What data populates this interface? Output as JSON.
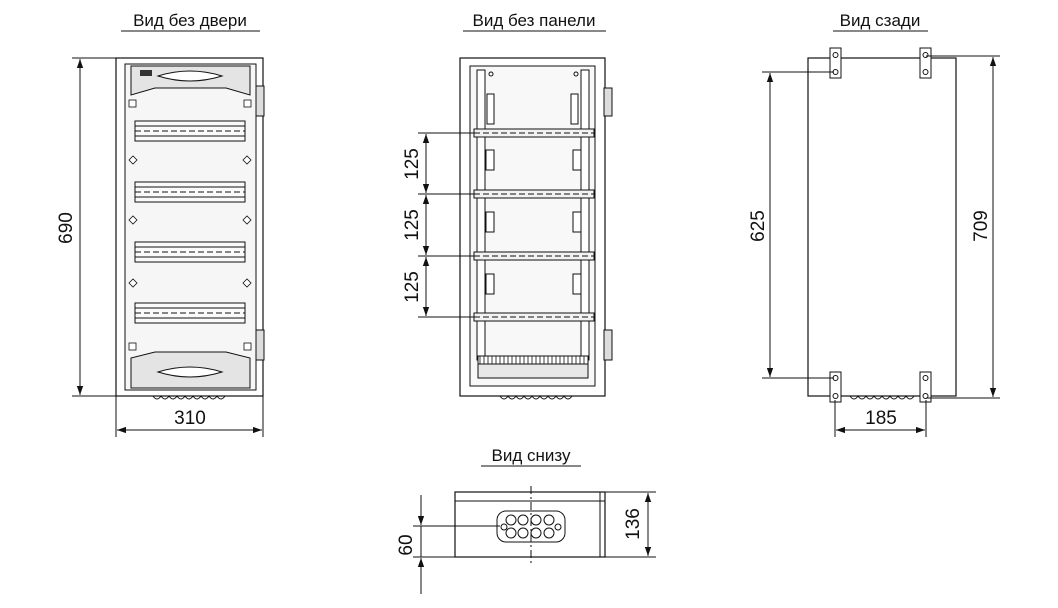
{
  "views": {
    "without_door": {
      "title": "Вид без двери",
      "height_dim": "690",
      "width_dim": "310"
    },
    "without_panel": {
      "title": "Вид без панели",
      "pitch_dims": [
        "125",
        "125",
        "125"
      ]
    },
    "rear": {
      "title": "Вид сзади",
      "mount_height_dim": "625",
      "height_dim": "709",
      "mount_width_dim": "185"
    },
    "bottom": {
      "title": "Вид снизу",
      "entry_dim": "60",
      "depth_dim": "136"
    }
  },
  "colors": {
    "line": "#111111",
    "fill_light": "#f4f4f4",
    "cover_fill": "#e6e6e6",
    "background": "#ffffff"
  }
}
